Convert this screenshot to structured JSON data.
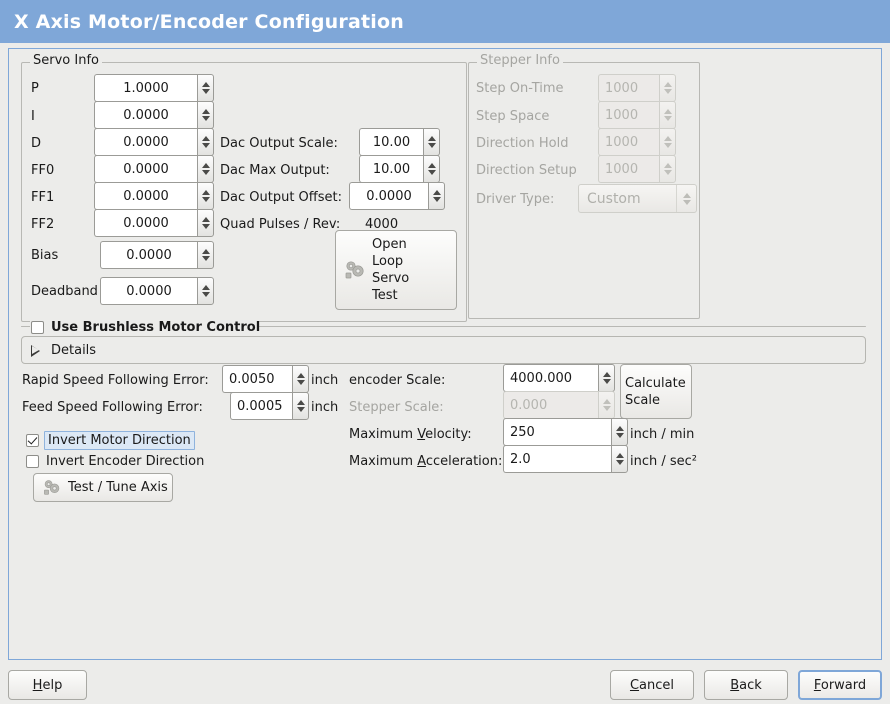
{
  "window": {
    "title": "X Axis Motor/Encoder Configuration",
    "title_bg": "#7fa7d8",
    "title_fg": "#ffffff",
    "panel_border": "#7fa7d8",
    "background": "#ececea"
  },
  "servo_group": {
    "legend": "Servo Info",
    "fields": [
      {
        "label": "P",
        "value": "1.0000"
      },
      {
        "label": "I",
        "value": "0.0000"
      },
      {
        "label": "D",
        "value": "0.0000"
      },
      {
        "label": "FF0",
        "value": "0.0000"
      },
      {
        "label": "FF1",
        "value": "0.0000"
      },
      {
        "label": "FF2",
        "value": "0.0000"
      },
      {
        "label": "Bias",
        "value": "0.0000"
      },
      {
        "label": "Deadband",
        "value": "0.0000"
      }
    ],
    "dac": [
      {
        "label": "Dac Output Scale:",
        "value": "10.00"
      },
      {
        "label": "Dac Max Output:",
        "value": "10.00"
      },
      {
        "label": "Dac Output Offset:",
        "value": "0.0000"
      }
    ],
    "quad_pulses_label": "Quad Pulses / Rev:",
    "quad_pulses_value": "4000",
    "open_loop_button": {
      "line1": "Open",
      "line2": "Loop",
      "line3": "Servo",
      "line4": "Test"
    }
  },
  "stepper_group": {
    "legend": "Stepper Info",
    "enabled": false,
    "fields": [
      {
        "label": "Step On-Time",
        "value": "1000"
      },
      {
        "label": "Step Space",
        "value": "1000"
      },
      {
        "label": "Direction Hold",
        "value": "1000"
      },
      {
        "label": "Direction Setup",
        "value": "1000"
      }
    ],
    "driver_type_label": "Driver Type:",
    "driver_type_value": "Custom"
  },
  "brushless": {
    "checkbox_label": "Use Brushless Motor Control",
    "checked": false,
    "details_label": "Details",
    "details_expanded": false
  },
  "tuning": {
    "rapid_following_error": {
      "label": "Rapid Speed Following Error:",
      "value": "0.0050",
      "unit": "inch"
    },
    "feed_following_error": {
      "label": "Feed Speed Following Error:",
      "value": "0.0005",
      "unit": "inch"
    },
    "invert_motor": {
      "label": "Invert Motor Direction",
      "checked": true,
      "focused": true
    },
    "invert_encoder": {
      "label": "Invert Encoder Direction",
      "checked": false,
      "focused": false
    },
    "test_tune_button": "Test / Tune Axis"
  },
  "scales": {
    "encoder_scale": {
      "label": "encoder Scale:",
      "value": "4000.000",
      "enabled": true
    },
    "stepper_scale": {
      "label": "Stepper Scale:",
      "value": "0.000",
      "enabled": false
    },
    "max_velocity": {
      "label_pre": "Maximum ",
      "label_mnemonic": "V",
      "label_post": "elocity:",
      "value": "250",
      "unit": "inch / min"
    },
    "max_accel": {
      "label_pre": "Maximum ",
      "label_mnemonic": "A",
      "label_post": "cceleration:",
      "value": "2.0",
      "unit": "inch / sec²"
    },
    "calculate_button": {
      "line1": "Calculate",
      "line2": "Scale"
    }
  },
  "footer": {
    "help": {
      "mnemonic": "H",
      "rest": "elp"
    },
    "cancel": {
      "mnemonic": "C",
      "rest": "ancel"
    },
    "back": {
      "mnemonic": "B",
      "rest": "ack"
    },
    "forward": {
      "mnemonic": "F",
      "rest": "orward",
      "focused": true
    }
  }
}
